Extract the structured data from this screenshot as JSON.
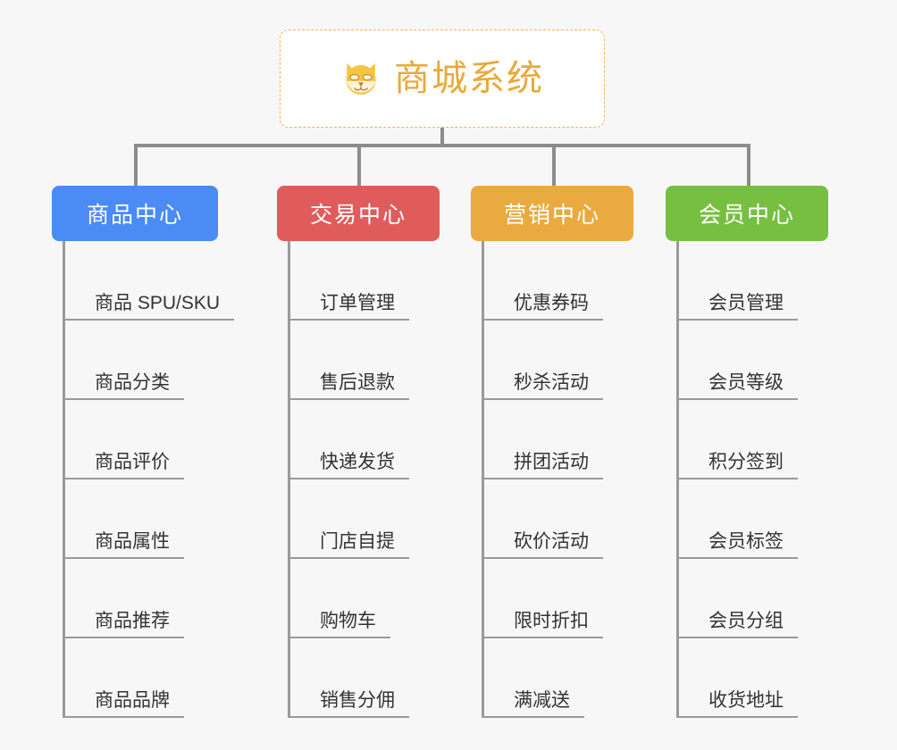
{
  "diagram": {
    "title": "商城系统",
    "root_icon": "shiba-dog-icon",
    "background_color": "#f7f7f7",
    "root_border_color": "#f0b555",
    "root_text_color": "#e8a93a",
    "connector_color": "#8c8c8c",
    "leaf_text_color": "#333333",
    "leaf_rule_color": "#9a9a9a",
    "branches": [
      {
        "label": "商品中心",
        "color": "#4a8bf5",
        "items": [
          "商品 SPU/SKU",
          "商品分类",
          "商品评价",
          "商品属性",
          "商品推荐",
          "商品品牌"
        ]
      },
      {
        "label": "交易中心",
        "color": "#e05c5c",
        "items": [
          "订单管理",
          "售后退款",
          "快递发货",
          "门店自提",
          "购物车",
          "销售分佣"
        ]
      },
      {
        "label": "营销中心",
        "color": "#e9ab3f",
        "items": [
          "优惠券码",
          "秒杀活动",
          "拼团活动",
          "砍价活动",
          "限时折扣",
          "满减送"
        ]
      },
      {
        "label": "会员中心",
        "color": "#76bf40",
        "items": [
          "会员管理",
          "会员等级",
          "积分签到",
          "会员标签",
          "会员分组",
          "收货地址"
        ]
      }
    ]
  }
}
